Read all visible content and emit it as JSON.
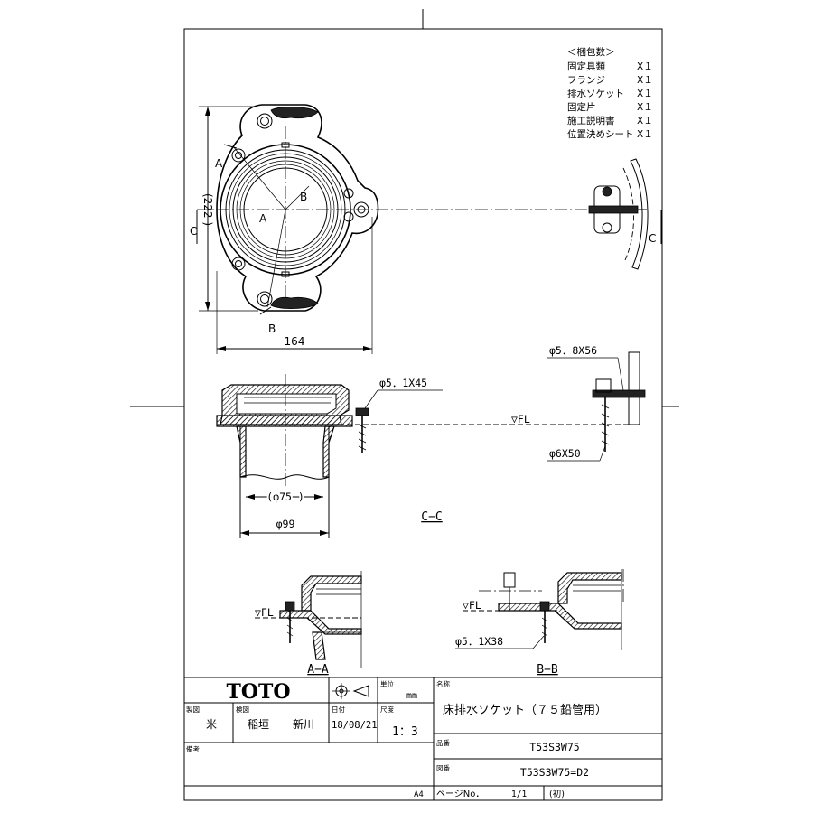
{
  "packing_list": {
    "heading": "＜梱包数＞",
    "items": [
      {
        "name": "固定具類",
        "qty": "X１"
      },
      {
        "name": "フランジ",
        "qty": "X１"
      },
      {
        "name": "排水ソケット",
        "qty": "X１"
      },
      {
        "name": "固定片",
        "qty": "X１"
      },
      {
        "name": "施工説明書",
        "qty": "X１"
      },
      {
        "name": "位置決めシート",
        "qty": "X１"
      }
    ]
  },
  "plan_view": {
    "height_dim": "(222 )",
    "width_dim": "164",
    "label_a1": "A",
    "label_a2": "A",
    "label_b1": "B",
    "label_b2": "B",
    "label_c_left": "C",
    "label_c_right": "C"
  },
  "section_cc": {
    "screw_small": "φ5．1X45",
    "inner_dia": "(φ75 )",
    "outer_dia": "φ99",
    "fl_label": "▽FL",
    "title": "C−C",
    "screw_large_top": "φ5．8X56",
    "screw_large_bottom": "φ6X50"
  },
  "section_aa": {
    "fl_label": "▽FL",
    "title": "A−A"
  },
  "section_bb": {
    "fl_label": "▽FL",
    "screw": "φ5．1X38",
    "title": "B−B"
  },
  "title_block": {
    "logo": "TOTO",
    "unit_label": "単位",
    "unit_value": "mm",
    "name_label": "名称",
    "name_value": "床排水ソケット（７５鉛管用）",
    "designer_label": "製図",
    "designer_value": "米",
    "checker_label": "検図",
    "checker_value1": "稲垣",
    "checker_value2": "新川",
    "date_label": "日付",
    "date_value": "18/08/21",
    "scale_label": "尺度",
    "scale_value": "1：3",
    "remarks_label": "備考",
    "part_no_label": "品番",
    "part_no_value": "T53S3W75",
    "drawing_no_label": "図番",
    "drawing_no_value": "T53S3W75=D2",
    "paper_size": "A4",
    "page_label": "ページNo．",
    "page_value": "1/1",
    "revision_value": "(初)"
  }
}
